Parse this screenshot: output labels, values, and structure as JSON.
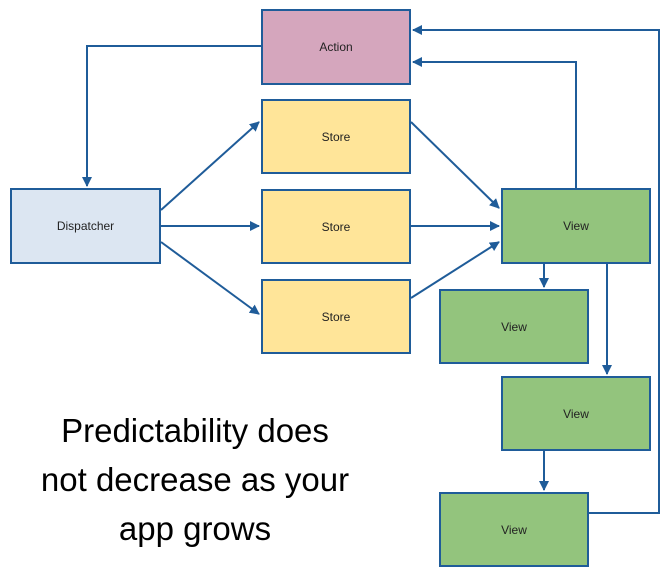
{
  "nodes": {
    "action": "Action",
    "dispatcher": "Dispatcher",
    "store_1": "Store",
    "store_2": "Store",
    "store_3": "Store",
    "view_main": "View",
    "view_left": "View",
    "view_middle": "View",
    "view_bottom": "View"
  },
  "caption": {
    "line1": "Predictability does",
    "line2": "not decrease as your",
    "line3": "app grows"
  },
  "colors": {
    "edge": "#1f5c99",
    "action": "#d5a6bd",
    "dispatcher": "#dce6f2",
    "store": "#ffe599",
    "view": "#93c47d"
  }
}
